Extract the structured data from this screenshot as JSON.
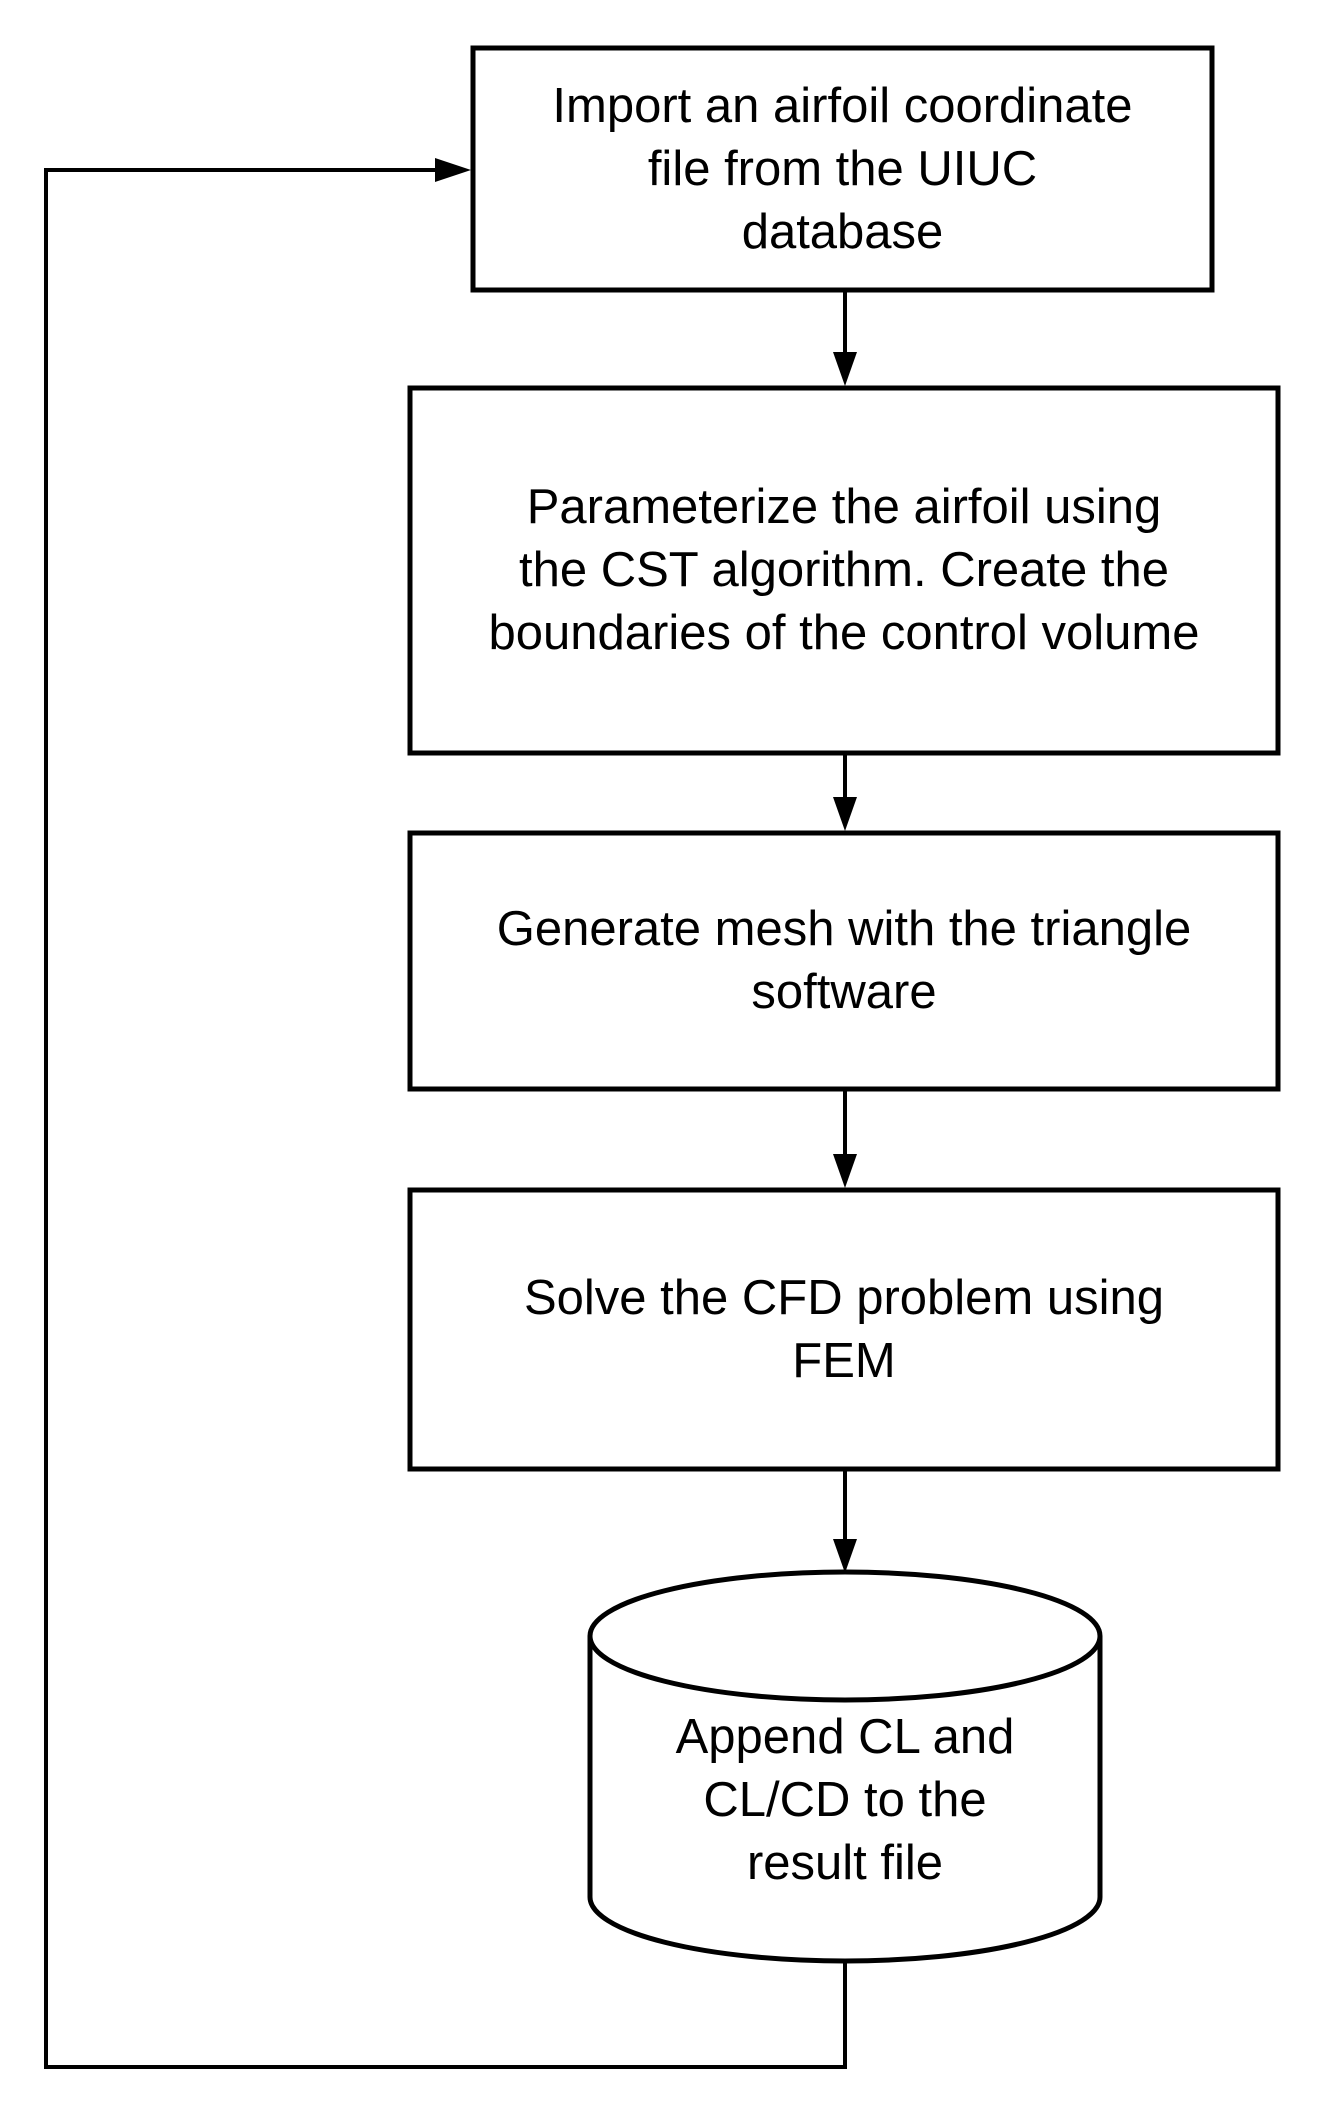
{
  "diagram": {
    "type": "flowchart",
    "colors": {
      "background": "#ffffff",
      "stroke": "#000000",
      "text": "#000000"
    },
    "nodes": [
      {
        "id": "import-uiuc",
        "shape": "rectangle",
        "lines": [
          "Import an airfoil coordinate",
          "file from the UIUC",
          "database"
        ]
      },
      {
        "id": "parameterize-cst",
        "shape": "rectangle",
        "lines": [
          "Parameterize the airfoil using",
          "the CST algorithm. Create the",
          "boundaries of the control volume"
        ]
      },
      {
        "id": "generate-mesh",
        "shape": "rectangle",
        "lines": [
          "Generate mesh with the triangle",
          "software"
        ]
      },
      {
        "id": "solve-cfd",
        "shape": "rectangle",
        "lines": [
          "Solve the CFD problem using",
          "FEM"
        ]
      },
      {
        "id": "append-results",
        "shape": "cylinder",
        "lines": [
          "Append CL and",
          "CL/CD to the",
          "result file"
        ]
      }
    ],
    "edges": [
      {
        "from": "import-uiuc",
        "to": "parameterize-cst",
        "direction": "down"
      },
      {
        "from": "parameterize-cst",
        "to": "generate-mesh",
        "direction": "down"
      },
      {
        "from": "generate-mesh",
        "to": "solve-cfd",
        "direction": "down"
      },
      {
        "from": "solve-cfd",
        "to": "append-results",
        "direction": "down"
      },
      {
        "from": "append-results",
        "to": "import-uiuc",
        "direction": "loop-left-up"
      }
    ]
  }
}
